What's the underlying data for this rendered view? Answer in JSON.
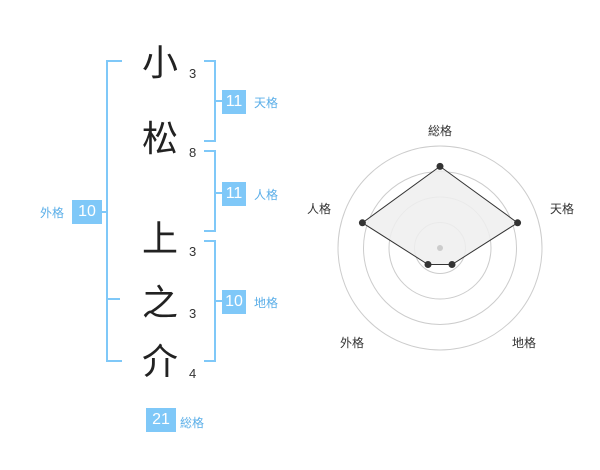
{
  "name": {
    "characters": [
      {
        "char": "小",
        "strokes": "3"
      },
      {
        "char": "松",
        "strokes": "8"
      },
      {
        "char": "上",
        "strokes": "3"
      },
      {
        "char": "之",
        "strokes": "3"
      },
      {
        "char": "介",
        "strokes": "4"
      }
    ]
  },
  "fortune": {
    "tenkaku": {
      "value": "11",
      "label": "天格"
    },
    "jinkaku": {
      "value": "11",
      "label": "人格"
    },
    "chikaku": {
      "value": "10",
      "label": "地格"
    },
    "gaikaku": {
      "value": "10",
      "label": "外格"
    },
    "soukaku": {
      "value": "21",
      "label": "総格"
    }
  },
  "colors": {
    "accent": "#7fc8f8",
    "accent_text": "#5aaee8",
    "radar_fill": "#eeeeee",
    "radar_grid": "#cccccc",
    "point": "#333333"
  },
  "chart_data": {
    "type": "radar",
    "axes": [
      "総格",
      "天格",
      "地格",
      "外格",
      "人格"
    ],
    "values": [
      4,
      4,
      1,
      1,
      4
    ],
    "max": 5,
    "rings": 4
  }
}
